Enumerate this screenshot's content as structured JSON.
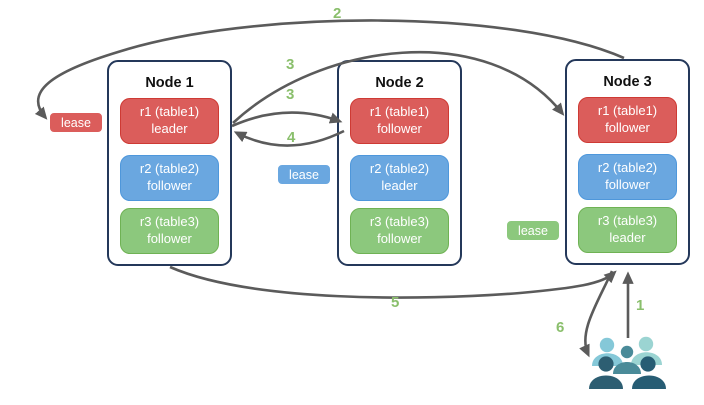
{
  "colors": {
    "replica_red": "#db5d5b",
    "replica_red_border": "#ce3a34",
    "replica_blue": "#6aa7e0",
    "replica_blue_border": "#4e97db",
    "replica_green": "#8cc87d",
    "replica_green_border": "#6fb254",
    "node_border": "#24385a",
    "arrow": "#5b5b5b",
    "step_label": "#8abf6c",
    "user_back_left": "#85c8d8",
    "user_back_right": "#9bd4d2",
    "user_center": "#4a8b99",
    "user_front_left": "#2d5e72",
    "user_front_right": "#275d74"
  },
  "nodes": [
    {
      "title": "Node 1",
      "replicas": [
        {
          "range": "r1 (table1)",
          "role": "leader"
        },
        {
          "range": "r2 (table2)",
          "role": "follower"
        },
        {
          "range": "r3 (table3)",
          "role": "follower"
        }
      ]
    },
    {
      "title": "Node 2",
      "replicas": [
        {
          "range": "r1 (table1)",
          "role": "follower"
        },
        {
          "range": "r2 (table2)",
          "role": "leader"
        },
        {
          "range": "r3 (table3)",
          "role": "follower"
        }
      ]
    },
    {
      "title": "Node 3",
      "replicas": [
        {
          "range": "r1 (table1)",
          "role": "follower"
        },
        {
          "range": "r2 (table2)",
          "role": "follower"
        },
        {
          "range": "r3 (table3)",
          "role": "leader"
        }
      ]
    }
  ],
  "leases": {
    "red": "lease",
    "blue": "lease",
    "green": "lease"
  },
  "steps": {
    "s1": "1",
    "s2": "2",
    "s3a": "3",
    "s3b": "3",
    "s4": "4",
    "s5": "5",
    "s6": "6"
  }
}
